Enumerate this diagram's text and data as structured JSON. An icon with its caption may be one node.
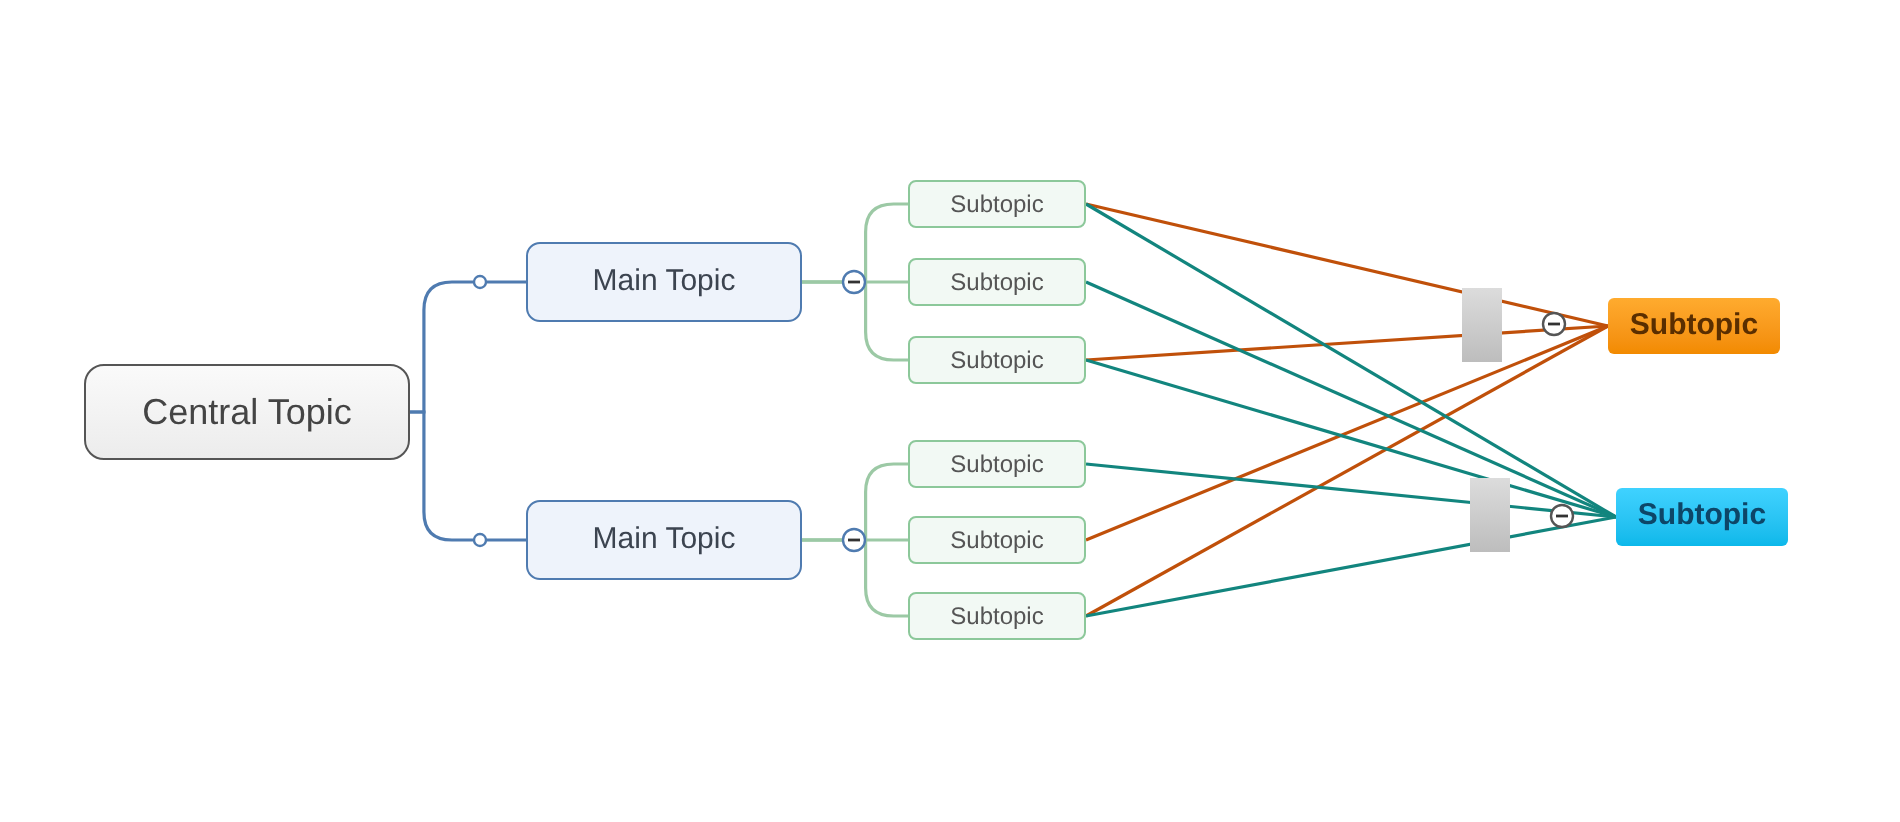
{
  "diagram": {
    "nodes": [
      {
        "text": [
          "Central Topic"
        ]
      },
      {
        "text": [
          "Main Topic"
        ]
      },
      {
        "text": [
          "Main Topic"
        ]
      },
      {
        "text": [
          "Subtopic"
        ]
      },
      {
        "text": [
          "Subtopic"
        ]
      },
      {
        "text": [
          "Subtopic"
        ]
      },
      {
        "text": [
          "Subtopic"
        ]
      },
      {
        "text": [
          "Subtopic"
        ]
      },
      {
        "text": [
          "Subtopic"
        ]
      },
      {
        "text": [
          "Subtopic"
        ]
      },
      {
        "text": [
          "Subtopic"
        ]
      }
    ],
    "edges": [
      {
        "from": 0,
        "to": 1,
        "arrow": "none",
        "color": "#4f7bb0"
      },
      {
        "from": 0,
        "to": 2,
        "arrow": "none",
        "color": "#4f7bb0"
      },
      {
        "from": 1,
        "to": 3,
        "arrow": "none",
        "color": "#9cc9a5"
      },
      {
        "from": 1,
        "to": 4,
        "arrow": "none",
        "color": "#9cc9a5"
      },
      {
        "from": 1,
        "to": 5,
        "arrow": "none",
        "color": "#9cc9a5"
      },
      {
        "from": 2,
        "to": 6,
        "arrow": "none",
        "color": "#9cc9a5"
      },
      {
        "from": 2,
        "to": 7,
        "arrow": "none",
        "color": "#9cc9a5"
      },
      {
        "from": 2,
        "to": 8,
        "arrow": "none",
        "color": "#9cc9a5"
      },
      {
        "from": 3,
        "to": 9,
        "arrow": "none",
        "color": "#c0500a"
      },
      {
        "from": 5,
        "to": 9,
        "arrow": "none",
        "color": "#c0500a"
      },
      {
        "from": 7,
        "to": 9,
        "arrow": "none",
        "color": "#c0500a"
      },
      {
        "from": 8,
        "to": 9,
        "arrow": "none",
        "color": "#c0500a"
      },
      {
        "from": 3,
        "to": 10,
        "arrow": "none",
        "color": "#12857e"
      },
      {
        "from": 4,
        "to": 10,
        "arrow": "none",
        "color": "#12857e"
      },
      {
        "from": 5,
        "to": 10,
        "arrow": "none",
        "color": "#12857e"
      },
      {
        "from": 6,
        "to": 10,
        "arrow": "none",
        "color": "#12857e"
      },
      {
        "from": 8,
        "to": 10,
        "arrow": "none",
        "color": "#12857e"
      }
    ]
  }
}
